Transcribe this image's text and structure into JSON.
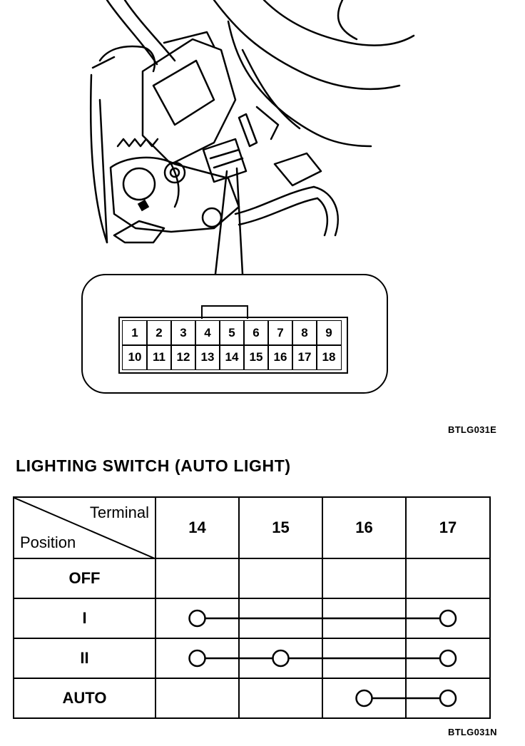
{
  "figure_codes": {
    "top": "BTLG031E",
    "bottom": "BTLG031N"
  },
  "connector": {
    "pins_row1": [
      "1",
      "2",
      "3",
      "4",
      "5",
      "6",
      "7",
      "8",
      "9"
    ],
    "pins_row2": [
      "10",
      "11",
      "12",
      "13",
      "14",
      "15",
      "16",
      "17",
      "18"
    ]
  },
  "section_title": "LIGHTING SWITCH (AUTO LIGHT)",
  "table": {
    "header_terminal": "Terminal",
    "header_position": "Position",
    "terminals": [
      "14",
      "15",
      "16",
      "17"
    ],
    "positions": [
      {
        "label": "OFF",
        "connected": []
      },
      {
        "label": "I",
        "connected": [
          "14",
          "17"
        ]
      },
      {
        "label": "II",
        "connected": [
          "14",
          "15",
          "17"
        ]
      },
      {
        "label": "AUTO",
        "connected": [
          "16",
          "17"
        ]
      }
    ]
  }
}
